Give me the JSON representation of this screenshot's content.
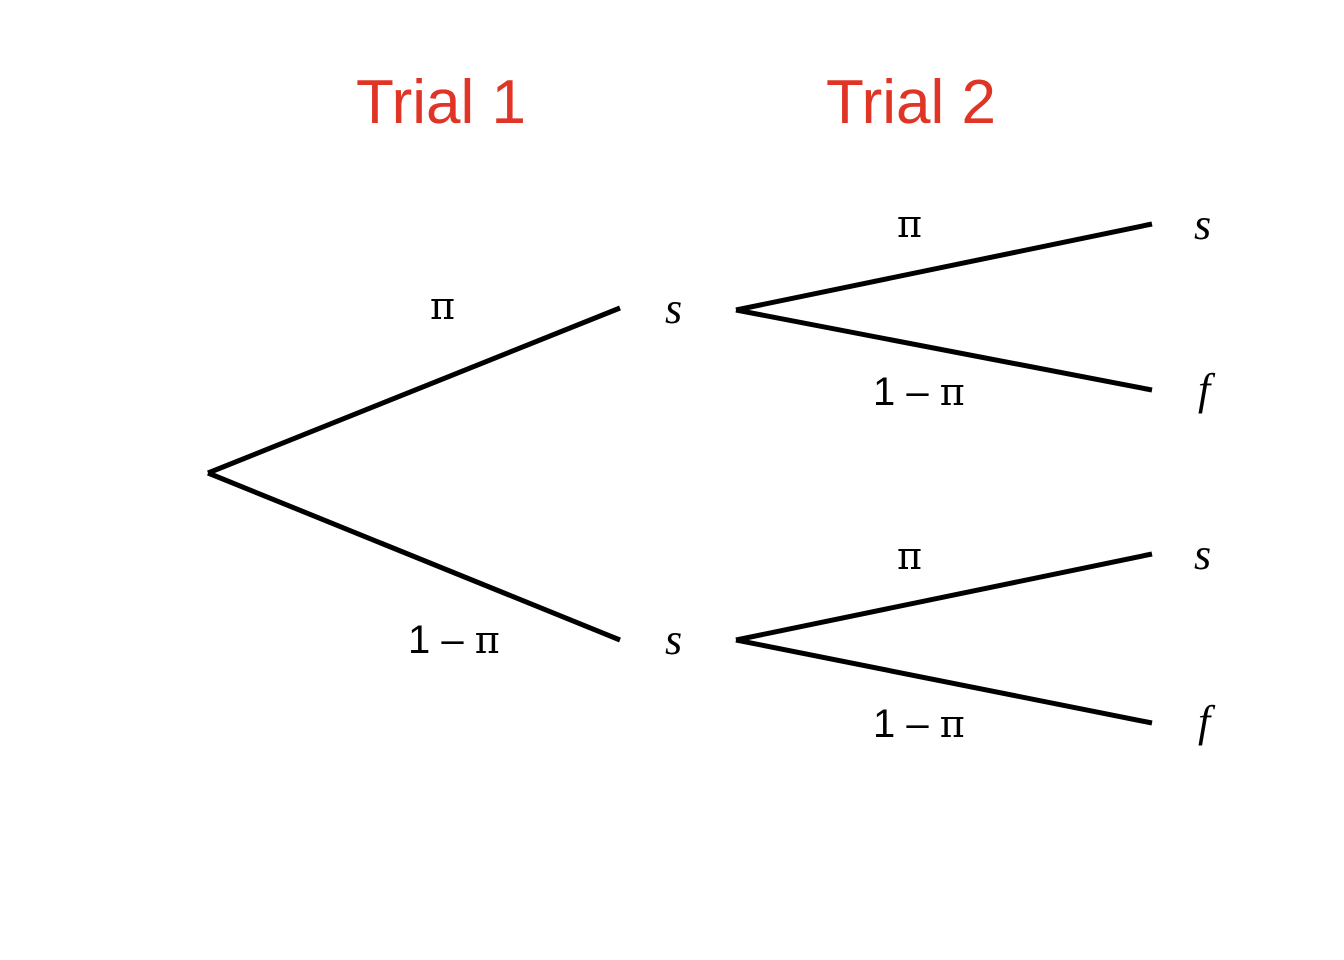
{
  "figure": {
    "type": "probability-tree-diagram",
    "background_color": "#ffffff",
    "line_color": "#000000",
    "heading_color": "#e03526"
  },
  "headings": [
    {
      "label": "Trial 1"
    },
    {
      "label": "Trial 2"
    }
  ],
  "edge_labels": {
    "trial1_upper": "π",
    "trial1_lower_prefix": "1 – ",
    "trial1_lower_pi": "π",
    "trial2_upper_top": "π",
    "trial2_upper_bottom_prefix": "1 – ",
    "trial2_upper_bottom_pi": "π",
    "trial2_lower_top": "π",
    "trial2_lower_bottom_prefix": "1 – ",
    "trial2_lower_bottom_pi": "π"
  },
  "nodes": {
    "trial1_upper_outcome": "s",
    "trial1_lower_outcome": "s",
    "terminal_1": "s",
    "terminal_2": "f",
    "terminal_3": "s",
    "terminal_4": "f"
  }
}
